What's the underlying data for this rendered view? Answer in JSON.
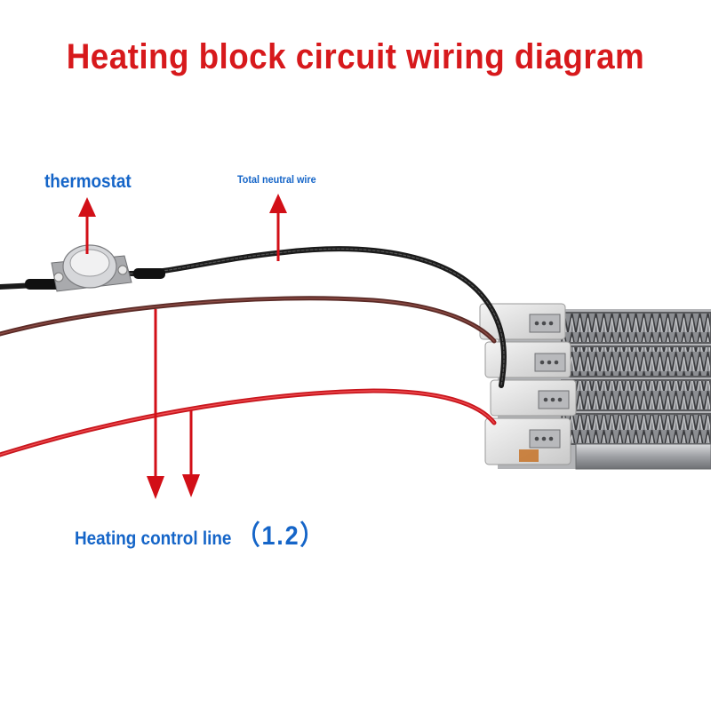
{
  "title": "Heating block circuit wiring diagram",
  "labels": {
    "thermostat": "thermostat",
    "neutral_wire": "Total neutral wire",
    "heating_control": "Heating control line",
    "heating_control_numbers": "（1.2）"
  },
  "colors": {
    "title": "#d7191c",
    "label": "#1565c8",
    "arrow": "#d20f17",
    "black_wire": "#1b1b1b",
    "brown_wire": "#5a2a26",
    "red_wire": "#c8161d"
  }
}
